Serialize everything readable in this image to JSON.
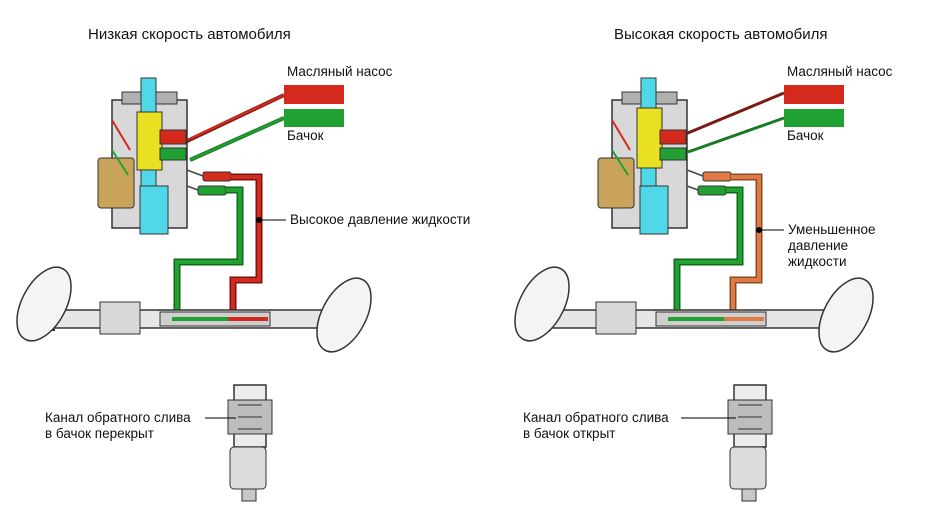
{
  "panels": [
    {
      "title": "Низкая скорость автомобиля",
      "pump_label": "Масляный насос",
      "tank_label": "Бачок",
      "pressure_label": [
        "Высокое давление жидкости"
      ],
      "channel_label": [
        "Канал обратного слива",
        "в бачок перекрыт"
      ]
    },
    {
      "title": "Высокая скорость автомобиля",
      "pump_label": "Масляный насос",
      "tank_label": "Бачок",
      "pressure_label": [
        "Уменьшенное",
        "давление",
        "жидкости"
      ],
      "channel_label": [
        "Канал обратного слива",
        "в бачок открыт"
      ]
    }
  ],
  "colors": {
    "high_pressure": "#d42a1e",
    "return_line": "#22a133",
    "reduced_pressure": "#e07a45",
    "valve_body": "#50d8e8",
    "spring": "#e8e020",
    "motor": "#c9a35a"
  },
  "icons": [
    "servo-valve-icon",
    "steering-rack-icon",
    "wheel-icon",
    "rotary-valve-icon"
  ]
}
